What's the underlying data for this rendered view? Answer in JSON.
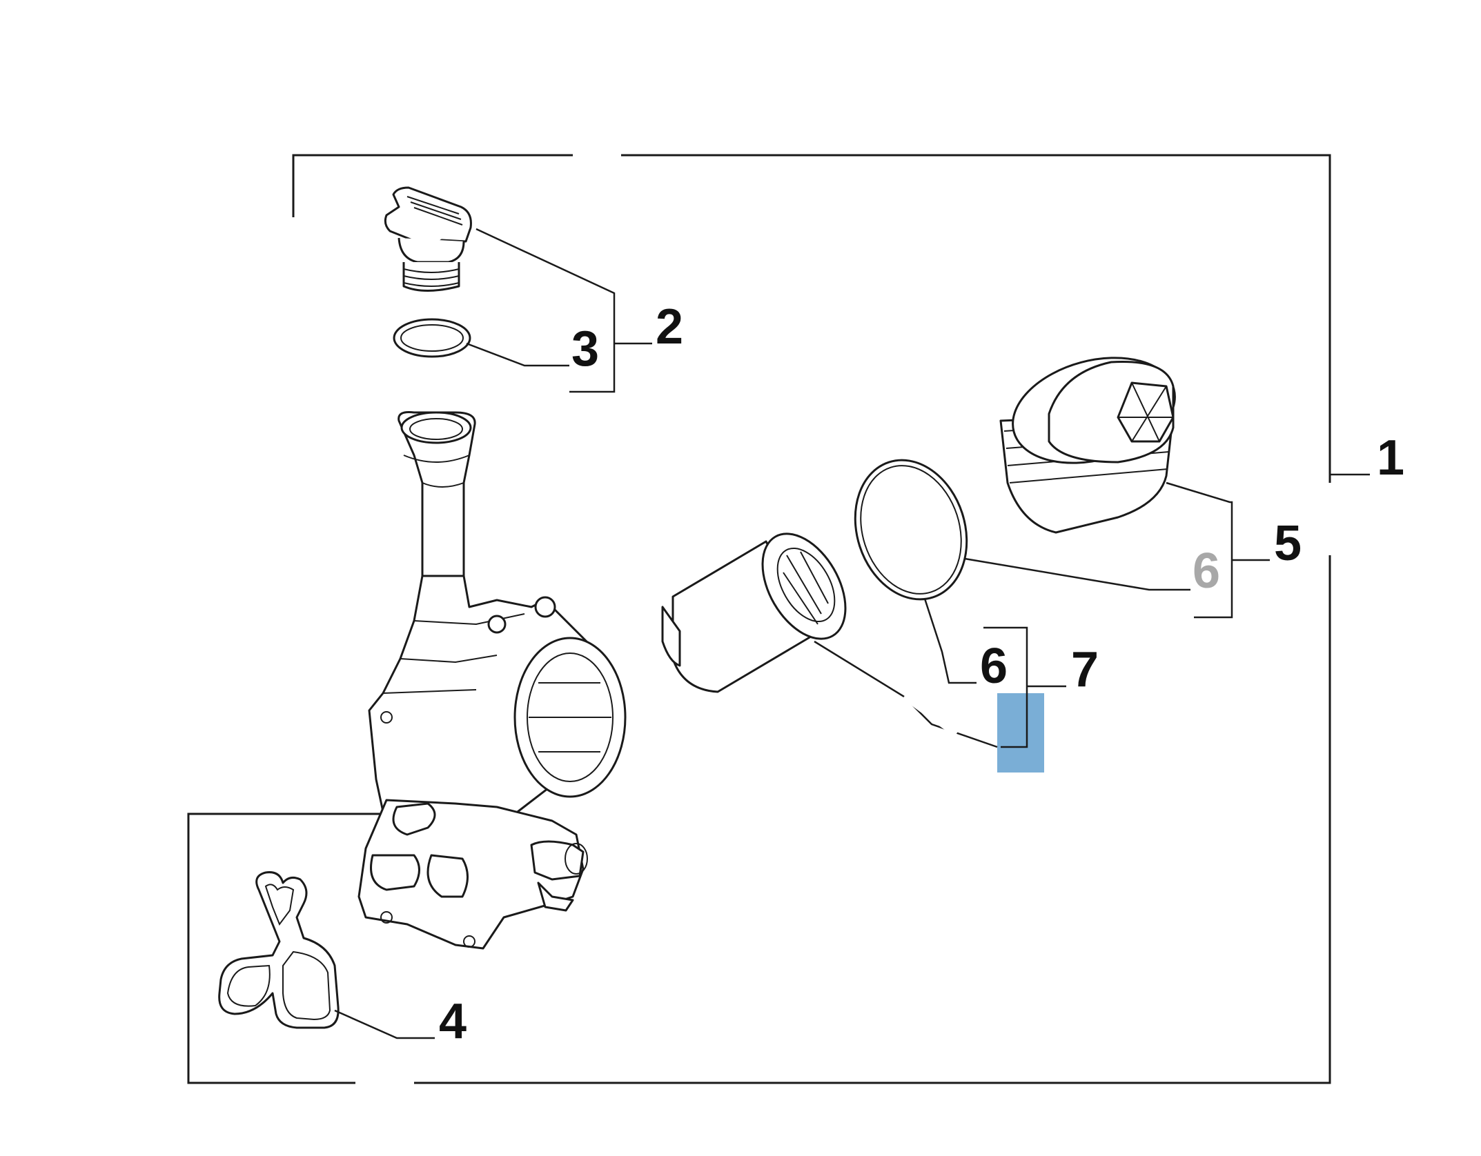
{
  "callouts": {
    "c1": "1",
    "c2": "2",
    "c3": "3",
    "c4": "4",
    "c5": "5",
    "c6a": "6",
    "c6b": "6",
    "c7": "7"
  },
  "colors": {
    "line": "#1a1a1a",
    "muted": "#a8a8a8",
    "highlight": "#7aaed6",
    "background": "#ffffff"
  },
  "icons": {
    "oil-filler-cap": "oil-filler-cap-icon",
    "o-ring": "o-ring-icon",
    "filter-housing": "oil-filter-housing-icon",
    "gasket": "gasket-icon",
    "filter-cartridge": "filter-cartridge-icon",
    "filter-cap": "filter-cap-icon"
  }
}
